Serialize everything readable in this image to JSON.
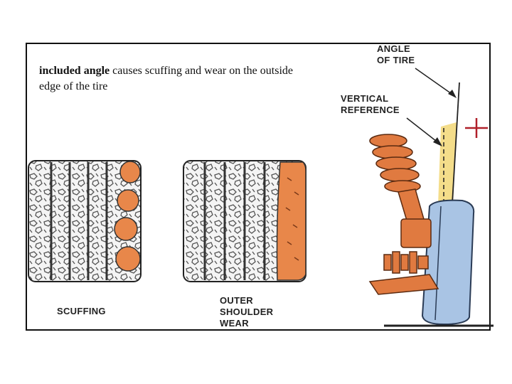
{
  "caption": {
    "bold": "included angle",
    "text": "causes scuffing and wear on the outside edge of the tire"
  },
  "labels": {
    "scuffing": "SCUFFING",
    "outer_shoulder_wear": "OUTER\nSHOULDER\nWEAR",
    "angle_of_tire": "ANGLE\nOF TIRE",
    "vertical_reference": "VERTICAL\nREFERENCE"
  },
  "symbols": {
    "camber_sign": "+"
  },
  "colors": {
    "wear_orange": "#e8874a",
    "strut_orange": "#e07a40",
    "tire_blue": "#a9c4e4",
    "reference_yellow": "#f4dd8a",
    "sign_red": "#b0202a",
    "tread_gray": "#c9c9c9"
  }
}
